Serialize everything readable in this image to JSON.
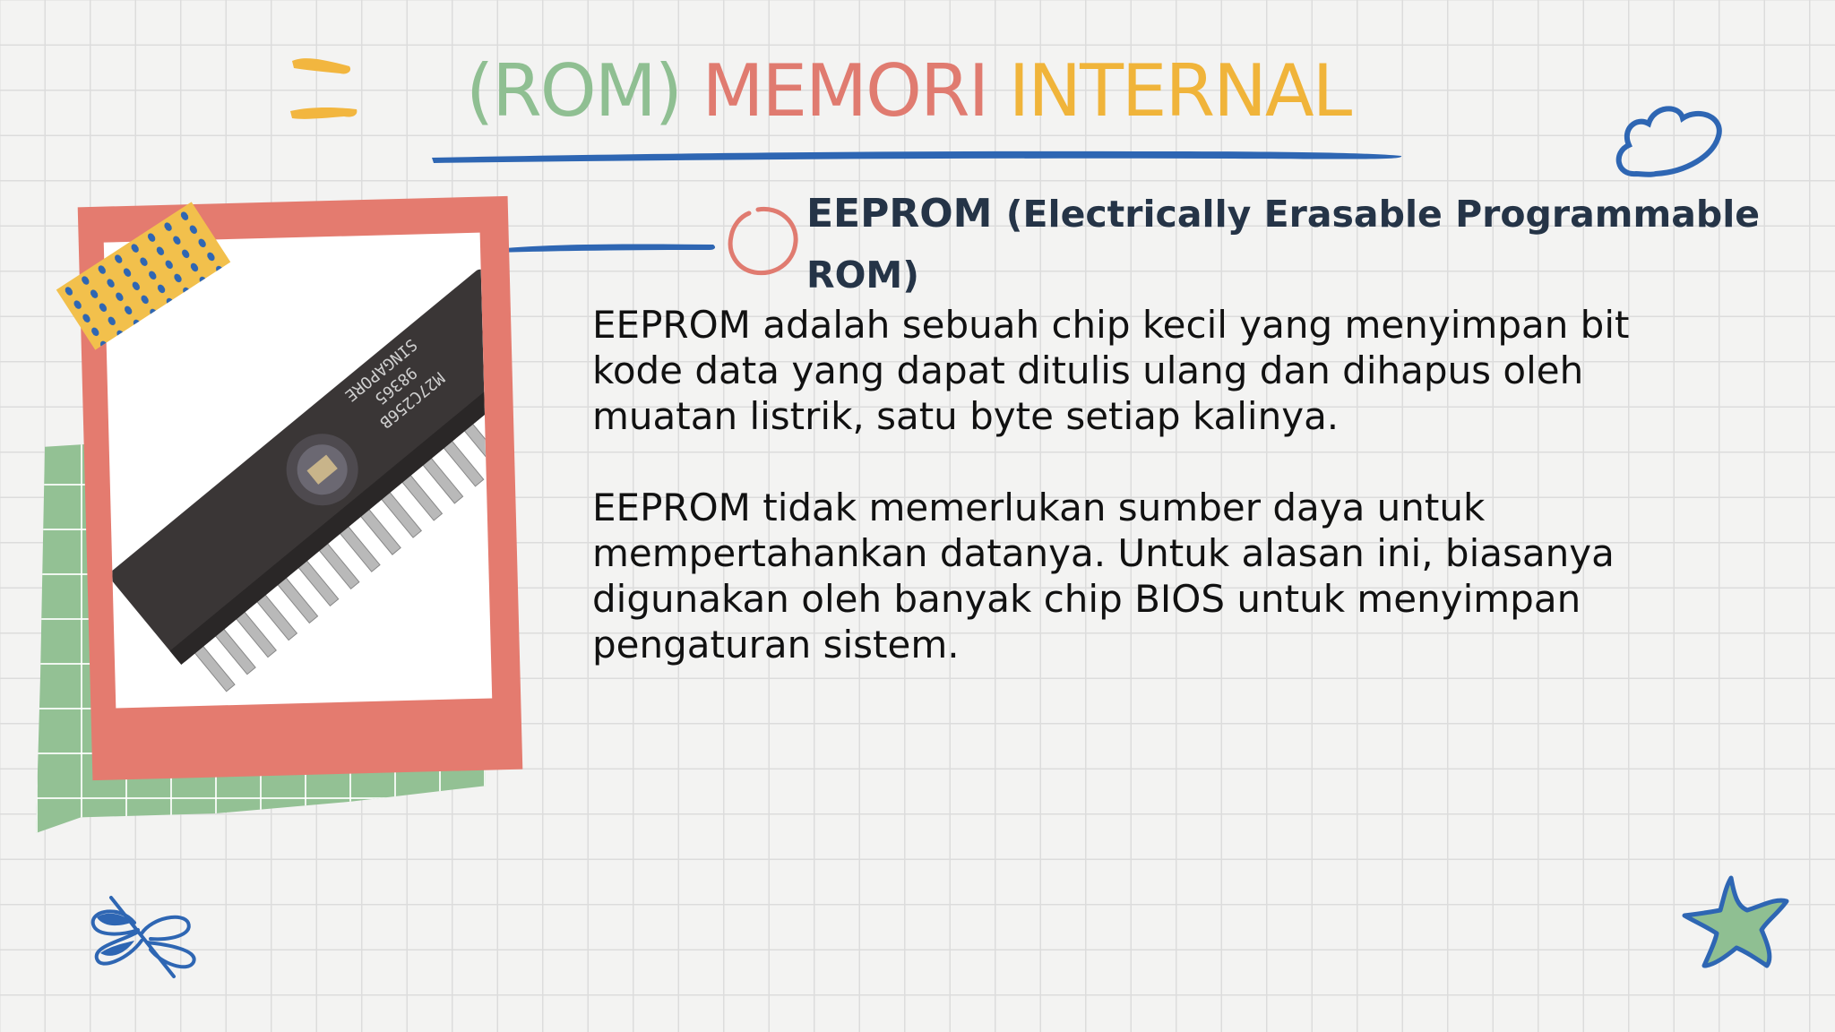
{
  "slide": {
    "title": {
      "part1": "(ROM)",
      "part2": "MEMORI",
      "part3": "INTERNAL"
    },
    "subtitle": {
      "bold": "EEPROM",
      "rest": "(Electrically Erasable Programmable ROM)"
    },
    "paragraphs": [
      "EEPROM adalah sebuah chip kecil yang menyimpan bit kode data yang dapat ditulis ulang dan dihapus oleh muatan listrik, satu byte setiap kalinya.",
      "EEPROM tidak memerlukan sumber daya untuk mempertahankan datanya. Untuk alasan ini, biasanya digunakan oleh banyak chip BIOS untuk menyimpan pengaturan sistem."
    ],
    "chip_label": {
      "line1": "M27C256B",
      "line2": "98365",
      "line3": "SINGAPORE"
    }
  },
  "colors": {
    "background": "#f3f3f2",
    "title_green": "#8fbf92",
    "title_coral": "#e07b70",
    "title_yellow": "#f0b43a",
    "accent_blue": "#2e66b3",
    "frame_coral": "#e47b6f",
    "paper_green": "#93c194",
    "tape_yellow": "#f2c04c"
  },
  "icons": [
    "yellow-dash-icon",
    "cloud-doodle-icon",
    "circle-doodle-icon",
    "dragonfly-icon",
    "starfish-icon"
  ]
}
